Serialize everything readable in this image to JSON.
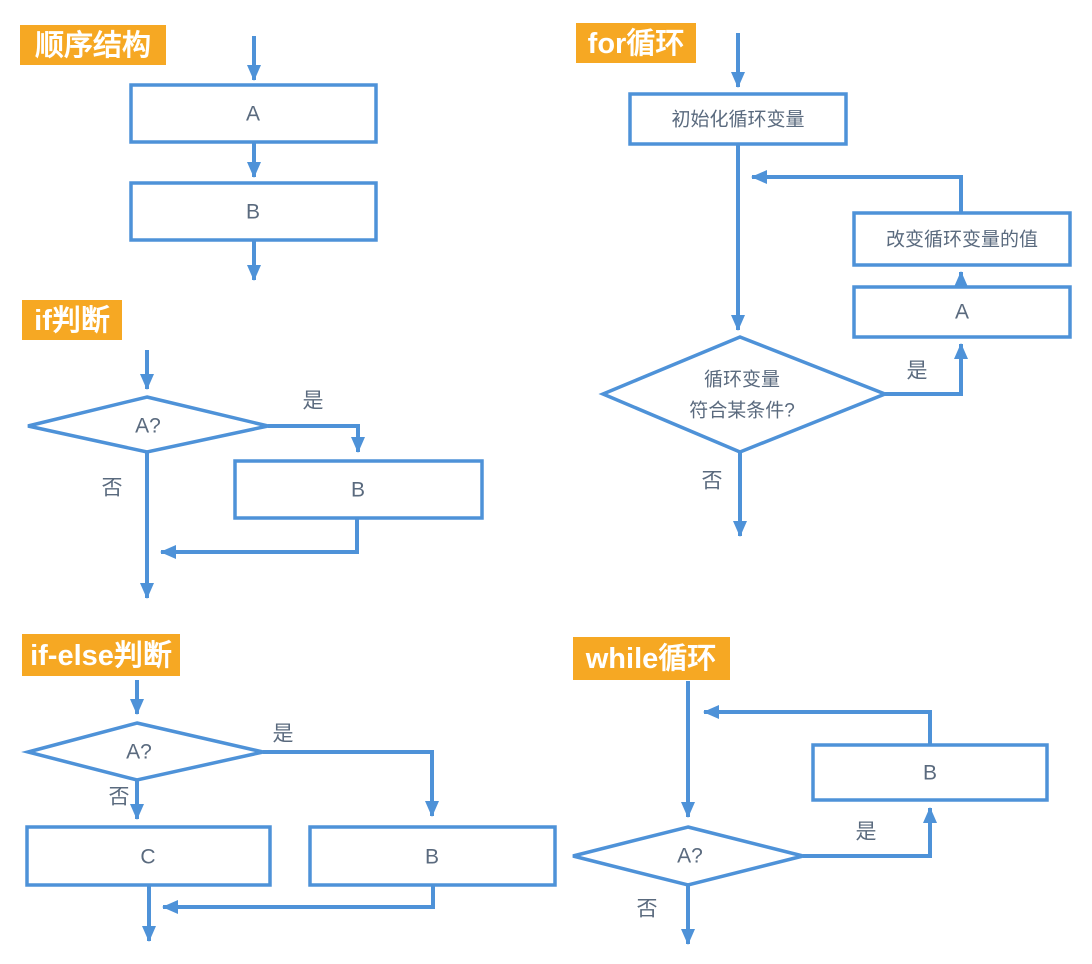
{
  "colors": {
    "line_blue": "#4E92D8",
    "badge_orange": "#F6A823",
    "shape_text_gray_blue": "#5A6A7E",
    "badge_text_white": "#FFFFFF",
    "background": "#FFFFFF"
  },
  "sections": {
    "sequence": {
      "badge": "顺序结构",
      "box_a": "A",
      "box_b": "B"
    },
    "for_loop": {
      "badge": "for循环",
      "init_box": "初始化循环变量",
      "update_box": "改变循环变量的值",
      "body_box": "A",
      "cond_line1": "循环变量",
      "cond_line2": "符合某条件?",
      "yes": "是",
      "no": "否"
    },
    "if_branch": {
      "badge": "if判断",
      "cond": "A?",
      "yes": "是",
      "no": "否",
      "box_b": "B"
    },
    "if_else": {
      "badge": "if-else判断",
      "cond": "A?",
      "yes": "是",
      "no": "否",
      "box_c": "C",
      "box_b": "B"
    },
    "while_loop": {
      "badge": "while循环",
      "cond": "A?",
      "yes": "是",
      "no": "否",
      "box_b": "B"
    }
  }
}
